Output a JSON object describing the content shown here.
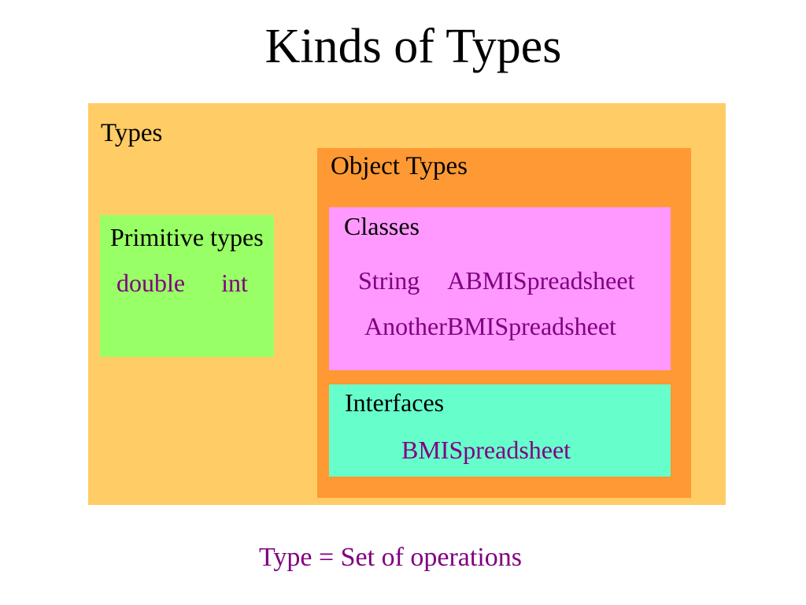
{
  "slide": {
    "title": "Kinds of Types",
    "caption": "Type = Set of operations"
  },
  "colors": {
    "types_box": "#FFCC66",
    "object_box": "#FF9933",
    "primitive_box": "#99FF66",
    "classes_box": "#FF99FF",
    "interfaces_box": "#66FFCC",
    "accent_text": "#800080",
    "label_text": "#000000"
  },
  "diagram": {
    "types": {
      "label": "Types",
      "primitive": {
        "label": "Primitive types",
        "items": [
          "double",
          "int"
        ]
      },
      "object": {
        "label": "Object Types",
        "classes": {
          "label": "Classes",
          "row1": [
            "String",
            "ABMISpreadsheet"
          ],
          "row2": "AnotherBMISpreadsheet"
        },
        "interfaces": {
          "label": "Interfaces",
          "item": "BMISpreadsheet"
        }
      }
    }
  }
}
